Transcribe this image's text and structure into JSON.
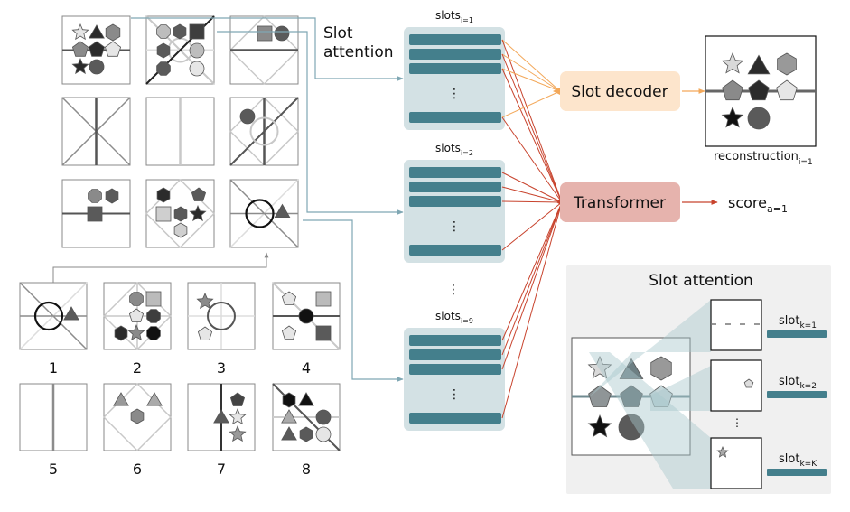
{
  "puzzle": {
    "context_panels": [
      {
        "index": 1,
        "description": "shapes with horizontal line"
      },
      {
        "index": 2,
        "description": "shapes with diagonal line and quarter circle"
      },
      {
        "index": 3,
        "description": "square and circle with diamond and horizontal line"
      },
      {
        "index": 4,
        "description": "X lines with vertical line"
      },
      {
        "index": 5,
        "description": "vertical line"
      },
      {
        "index": 6,
        "description": "circle, diamond, diagonal and vertical lines"
      },
      {
        "index": 7,
        "description": "circle, hexagon, square on horizontal line"
      },
      {
        "index": 8,
        "description": "shapes in diamond"
      },
      {
        "index": 9,
        "description": "selected answer inserted: circle with triangle"
      }
    ],
    "answer_labels": [
      "1",
      "2",
      "3",
      "4",
      "5",
      "6",
      "7",
      "8"
    ]
  },
  "slot_attention_label": [
    "Slot",
    "attention"
  ],
  "slot_groups": [
    {
      "base": "slots",
      "sub": "i=1"
    },
    {
      "base": "slots",
      "sub": "i=2"
    },
    {
      "base": "slots",
      "sub": "i=9"
    }
  ],
  "ellipsis": "⋮",
  "slot_decoder": {
    "label": "Slot decoder",
    "color": "#fde5cc",
    "edge_color": "#f3a85a"
  },
  "transformer": {
    "label": "Transformer",
    "color": "#e6b3ad",
    "edge_color": "#c8432d"
  },
  "reconstruction": {
    "base": "reconstruction",
    "sub": "i=1"
  },
  "score": {
    "base": "score",
    "sub": "a=1"
  },
  "inset": {
    "title": "Slot attention",
    "slots": [
      {
        "base": "slot",
        "sub": "k=1"
      },
      {
        "base": "slot",
        "sub": "k=2"
      },
      {
        "base": "slot",
        "sub": "k=K"
      }
    ]
  },
  "colors": {
    "slot_bar": "#447f8c",
    "slot_bg": "#d3e1e4",
    "connector": "#7fa7b3",
    "inset_bg": "#f0f0f0"
  }
}
